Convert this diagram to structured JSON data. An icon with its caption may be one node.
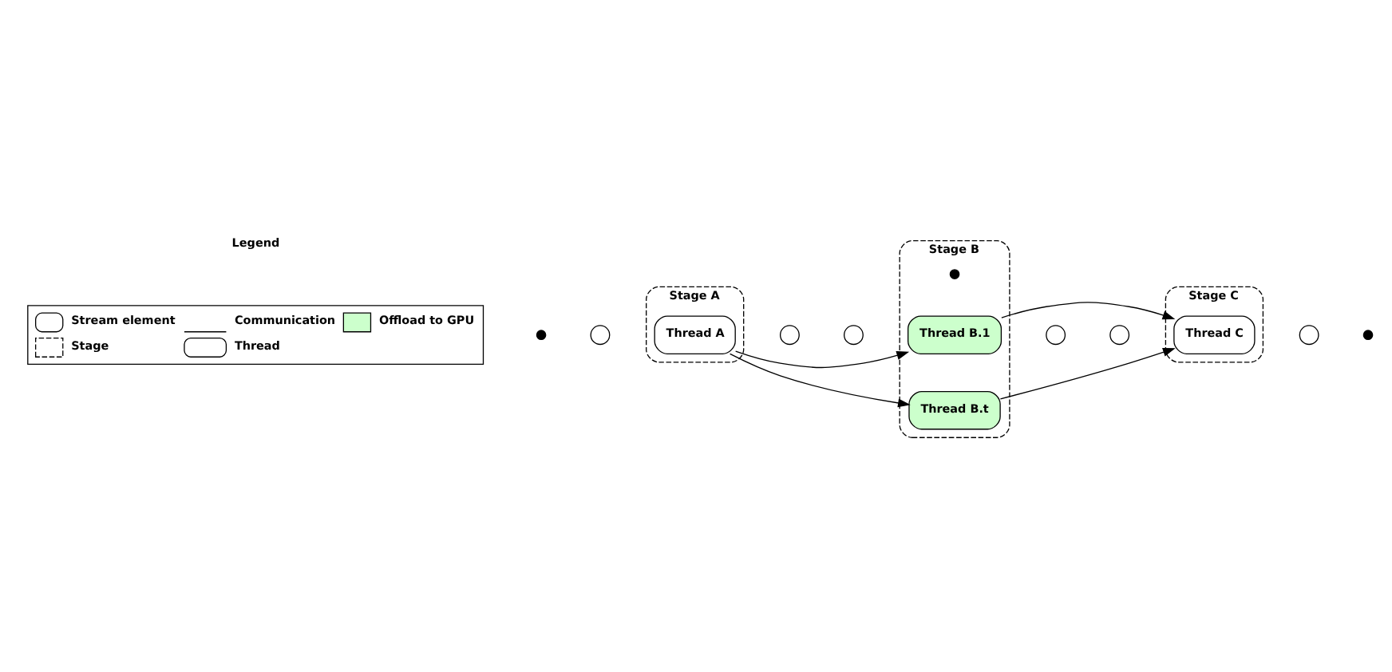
{
  "diagram": {
    "nodes": [
      {
        "text": [],
        "shape": "dots"
      },
      {
        "text": [],
        "shape": "circle"
      },
      {
        "text": [
          "Stage A"
        ]
      },
      {
        "text": [
          "Thread A"
        ],
        "in": 2
      },
      {
        "text": [],
        "shape": "circle"
      },
      {
        "text": [],
        "shape": "circle"
      },
      {
        "text": [
          "Stage B"
        ]
      },
      {
        "text": [
          "Thread B.1"
        ],
        "in": 6
      },
      {
        "text": [],
        "shape": "dots",
        "in": 6
      },
      {
        "text": [
          "Thread B.t"
        ],
        "in": 6
      },
      {
        "text": [],
        "shape": "circle"
      },
      {
        "text": [],
        "shape": "circle"
      },
      {
        "text": [
          "Stage C"
        ]
      },
      {
        "text": [
          "Thread C"
        ],
        "in": 12
      },
      {
        "text": [],
        "shape": "circle"
      },
      {
        "text": [],
        "shape": "dots"
      }
    ],
    "edges": [
      {
        "from": 3,
        "to": 7,
        "arrow": "to"
      },
      {
        "from": 3,
        "to": 9,
        "arrow": "to"
      },
      {
        "from": 7,
        "to": 13,
        "arrow": "to"
      },
      {
        "from": 9,
        "to": 13,
        "arrow": "to"
      }
    ],
    "labels": [
      "Legend"
    ],
    "legend": [
      {
        "text": "Stream element"
      },
      {
        "text": "Communication"
      },
      {
        "text": "Offload to GPU",
        "color": "#ccffcc"
      },
      {
        "text": "Stage"
      },
      {
        "text": "Thread"
      }
    ]
  }
}
